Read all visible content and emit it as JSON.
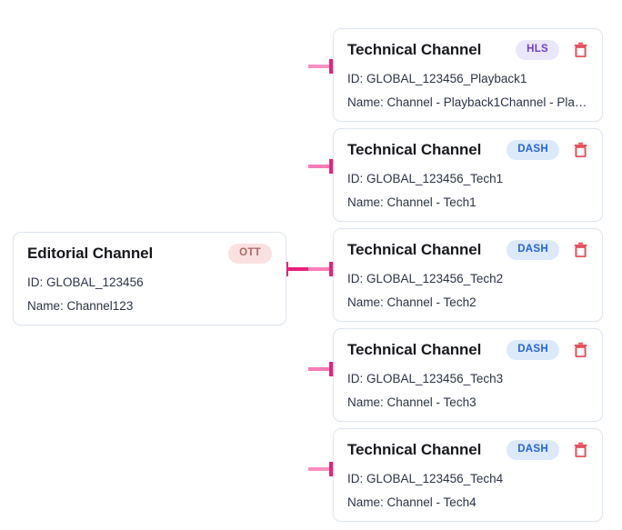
{
  "diagram": {
    "type": "channel-hierarchy-tree",
    "colors": {
      "connector_strong": "#ec1e79",
      "connector_light": "#f98fc0",
      "card_border": "#dfe6ef",
      "title": "#18191f",
      "body_text": "#2c3446",
      "badge_hls_bg": "#ebe7fb",
      "badge_hls_fg": "#6d3fd4",
      "badge_dash_bg": "#dbe9fb",
      "badge_dash_fg": "#2563d9",
      "badge_ott_bg": "#fbe0e0",
      "badge_ott_fg": "#a86a66",
      "trash_icon": "#e8505b"
    }
  },
  "root": {
    "title": "Editorial Channel",
    "badge": "OTT",
    "badge_kind": "ott",
    "id_line": "ID: GLOBAL_123456",
    "name_line": "Name: Channel123",
    "has_delete": false
  },
  "children": [
    {
      "title": "Technical Channel",
      "badge": "HLS",
      "badge_kind": "hls",
      "id_line": "ID: GLOBAL_123456_Playback1",
      "name_line": "Name: Channel - Playback1Channel - Playba…",
      "has_delete": true,
      "delete_icon": "trash-icon"
    },
    {
      "title": "Technical Channel",
      "badge": "DASH",
      "badge_kind": "dash",
      "id_line": "ID: GLOBAL_123456_Tech1",
      "name_line": "Name: Channel - Tech1",
      "has_delete": true,
      "delete_icon": "trash-icon"
    },
    {
      "title": "Technical Channel",
      "badge": "DASH",
      "badge_kind": "dash",
      "id_line": "ID: GLOBAL_123456_Tech2",
      "name_line": "Name: Channel - Tech2",
      "has_delete": true,
      "delete_icon": "trash-icon"
    },
    {
      "title": "Technical Channel",
      "badge": "DASH",
      "badge_kind": "dash",
      "id_line": "ID: GLOBAL_123456_Tech3",
      "name_line": "Name: Channel - Tech3",
      "has_delete": true,
      "delete_icon": "trash-icon"
    },
    {
      "title": "Technical Channel",
      "badge": "DASH",
      "badge_kind": "dash",
      "id_line": "ID: GLOBAL_123456_Tech4",
      "name_line": "Name: Channel - Tech4",
      "has_delete": true,
      "delete_icon": "trash-icon"
    }
  ]
}
